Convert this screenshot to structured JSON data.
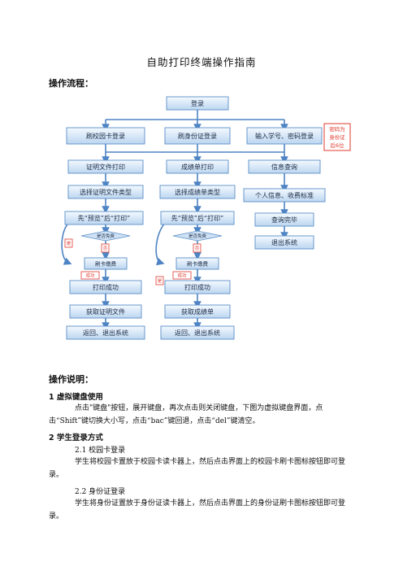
{
  "doc": {
    "title": "自助打印终端操作指南",
    "flow_heading": "操作流程：",
    "desc_heading": "操作说明：",
    "sec1_title": "1  虚拟键盘使用",
    "sec1_text": "点击\"键盘\"按钮，展开键盘，再次点击则关闭键盘，下图为虚拟键盘界面，点击“Shift”键切换大小写，点击“bac”键回退，点击“del”键清空。",
    "sec2_title": "2  学生登录方式",
    "sub21": "2.1 校园卡登录",
    "sub21_text": "学生将校园卡置放于校园卡读卡器上，然后点击界面上的校园卡刷卡图标按钮即可登录。",
    "sub22": "2.2 身份证登录",
    "sub22_text": "学生将身份证置放于身份证读卡器上，然后点击界面上的身份证刷卡图标按钮即可登录。"
  },
  "flow": {
    "login": "登录",
    "card_login": "刷校园卡登录",
    "id_login": "刷身份证登录",
    "pwd_login": "输入学号、密码登录",
    "note": [
      "密码为",
      "身份证",
      "后6位"
    ],
    "cert_print": "证明文件打印",
    "grade_print": "成绩单打印",
    "info_query": "信息查询",
    "select_cert": "选择证明文件类型",
    "select_grade": "选择成绩单类型",
    "personal_info": "个人信息、收费标准",
    "preview_print": "先“预览”后“打印”",
    "query_done": "查询完毕",
    "exit_system": "退出系统",
    "free_q": "是否免费",
    "yes": "是",
    "no": "否",
    "swipe_pay": "刷卡缴费",
    "success": "成功",
    "print_ok": "打印成功",
    "get_cert": "获取证明文件",
    "get_grade": "获取成绩单",
    "return_exit": "返回、退出系统"
  }
}
